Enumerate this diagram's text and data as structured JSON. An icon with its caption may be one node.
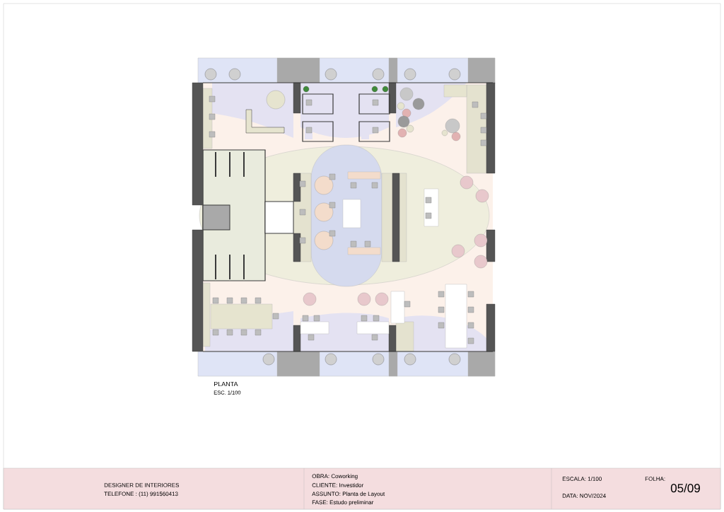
{
  "diagram": {
    "labels": [
      "PLANTA",
      "ESC. 1/100",
      "DESIGNER DE INTERIORES",
      "TELEFONE : (11) 991560413",
      "OBRA: Coworking",
      "CLIENTE: Investidor",
      "ASSUNTO: Planta de Layout",
      "FASE: Estudo preliminar",
      "ESCALA: 1/100",
      "DATA: NOV/2024",
      "FOLHA:",
      "05/09"
    ]
  }
}
